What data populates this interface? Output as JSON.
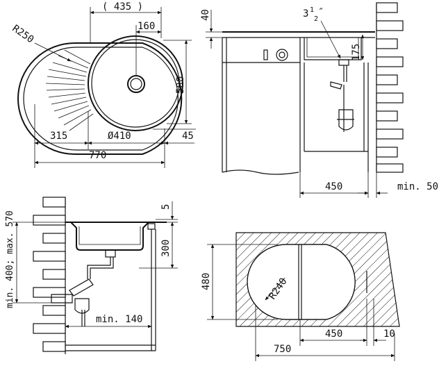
{
  "colors": {
    "line": "#111111",
    "background": "#ffffff"
  },
  "top_view": {
    "dim_overall_width_paren": "( 435 )",
    "dim_bowl_offset": "160",
    "dim_corner_radius": "R250",
    "dim_depth": "500",
    "dim_drainer_width": "315",
    "dim_bowl_diameter": "Ø410",
    "dim_edge_offset": "45",
    "dim_total_width": "770"
  },
  "side_view": {
    "dim_rim_height": "40",
    "dim_trap_size": "3",
    "dim_trap_size_fraction_num": "1",
    "dim_trap_size_fraction_den": "2",
    "dim_trap_size_unit": "″",
    "dim_outlet_height": "175",
    "dim_cabinet_width": "450",
    "dim_wall_gap": "min. 50"
  },
  "section_view": {
    "dim_rim": "5",
    "dim_bowl_depth": "300",
    "dim_mount_height": "min. 400; max. 570",
    "dim_side_clearance": "min. 140"
  },
  "cutout_view": {
    "dim_cutout_depth": "480",
    "dim_cutout_radius": "R240",
    "dim_cutout_inner": "450",
    "dim_cutout_total": "750",
    "dim_cutout_edge": "10"
  }
}
